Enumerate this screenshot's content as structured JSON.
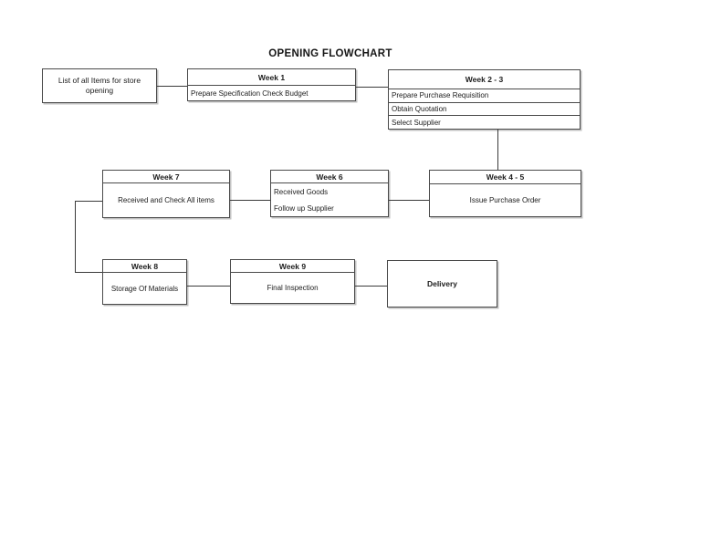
{
  "page": {
    "title": "OPENING FLOWCHART"
  },
  "colors": {
    "border": "#4a4a4a",
    "connector": "#3a3a3a",
    "text": "#1c1c1c",
    "background": "#ffffff"
  },
  "boxes": {
    "store_list": {
      "text": "List of all  Items for store opening"
    },
    "week1": {
      "header": "Week 1",
      "rows": [
        "Prepare Specification Check Budget"
      ]
    },
    "week23": {
      "header": "Week 2 - 3",
      "rows": [
        "Prepare Purchase Requisition",
        "Obtain Quotation",
        "Select Supplier"
      ]
    },
    "week7": {
      "header": "Week 7",
      "rows": [
        "Received and Check All items"
      ]
    },
    "week6": {
      "header": "Week 6",
      "rows": [
        "Received Goods",
        "Follow up Supplier"
      ]
    },
    "week45": {
      "header": "Week 4 - 5",
      "rows": [
        "Issue Purchase Order"
      ]
    },
    "week8": {
      "header": "Week 8",
      "rows": [
        "Storage Of Materials"
      ]
    },
    "week9": {
      "header": "Week 9",
      "rows": [
        "Final Inspection"
      ]
    },
    "delivery": {
      "text": "Delivery"
    }
  }
}
